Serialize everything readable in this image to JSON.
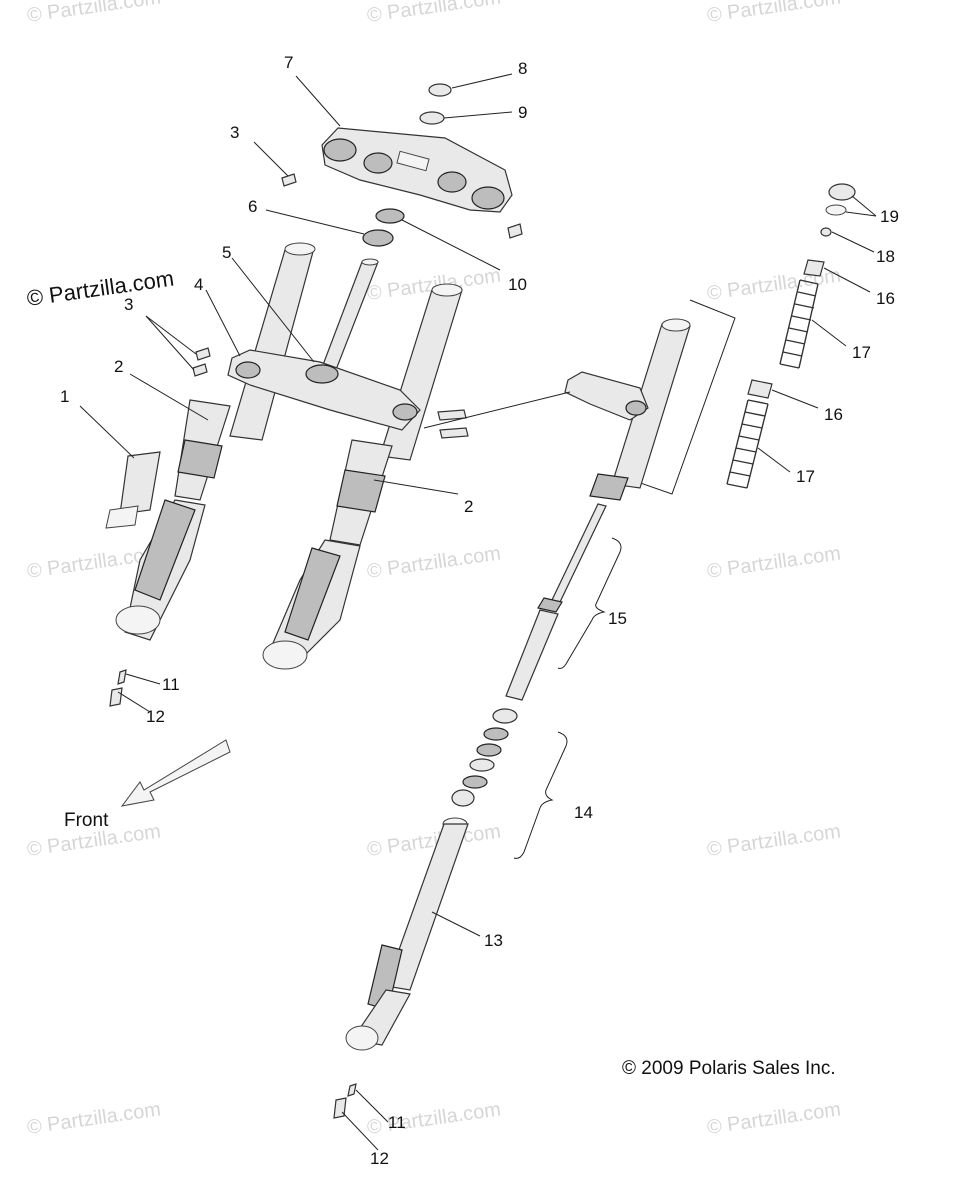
{
  "watermark": "© Partzilla.com",
  "watermark_strong": "© Partzilla.com",
  "copyright": "© 2009 Polaris Sales Inc.",
  "front_label": "Front",
  "callouts": {
    "c1": "1",
    "c2a": "2",
    "c2b": "2",
    "c3a": "3",
    "c3b": "3",
    "c4": "4",
    "c5": "5",
    "c6": "6",
    "c7": "7",
    "c8": "8",
    "c9": "9",
    "c10": "10",
    "c11a": "11",
    "c11b": "11",
    "c12a": "12",
    "c12b": "12",
    "c13": "13",
    "c14": "14",
    "c15": "15",
    "c16a": "16",
    "c16b": "16",
    "c17a": "17",
    "c17b": "17",
    "c18": "18",
    "c19": "19"
  }
}
